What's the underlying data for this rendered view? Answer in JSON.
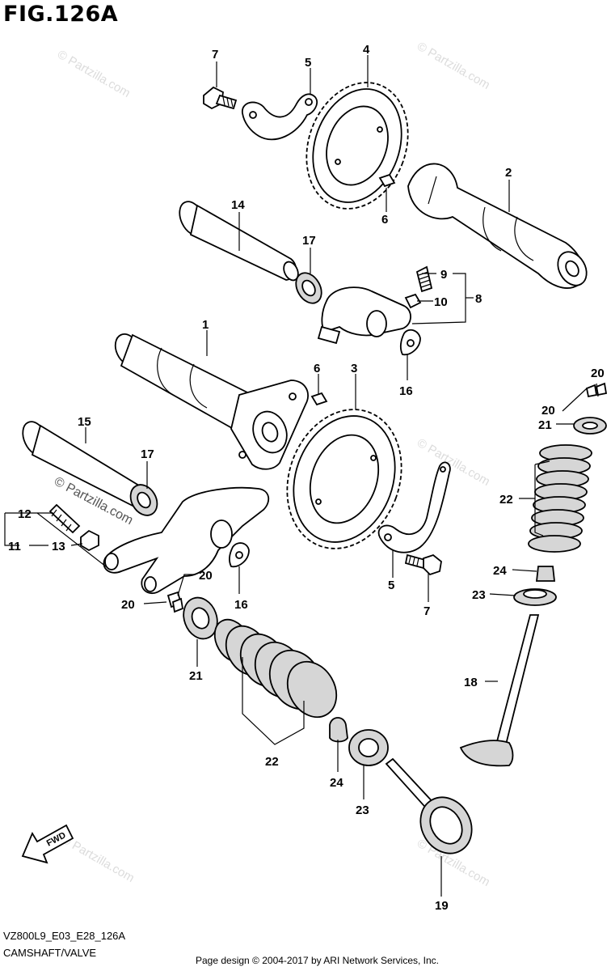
{
  "header": {
    "fig_title": "FIG.126A"
  },
  "footer": {
    "model_code": "VZ800L9_E03_E28_126A",
    "section_name": "CAMSHAFT/VALVE",
    "page_credit": "Page design © 2004-2017 by ARI Network Services, Inc."
  },
  "watermark": {
    "text": "© Partzilla.com",
    "inline_text": "© Partzilla.com"
  },
  "fwd_label": "FWD",
  "callouts": {
    "c1": "1",
    "c2": "2",
    "c3": "3",
    "c4": "4",
    "c5a": "5",
    "c5b": "5",
    "c6a": "6",
    "c6b": "6",
    "c7a": "7",
    "c7b": "7",
    "c8": "8",
    "c9": "9",
    "c10": "10",
    "c11": "11",
    "c12": "12",
    "c13": "13",
    "c14": "14",
    "c15": "15",
    "c16a": "16",
    "c16b": "16",
    "c17a": "17",
    "c17b": "17",
    "c18": "18",
    "c19": "19",
    "c20a": "20",
    "c20b": "20",
    "c20c": "20",
    "c20d": "20",
    "c21a": "21",
    "c21b": "21",
    "c22a": "22",
    "c22b": "22",
    "c23a": "23",
    "c23b": "23",
    "c24a": "24",
    "c24b": "24"
  }
}
